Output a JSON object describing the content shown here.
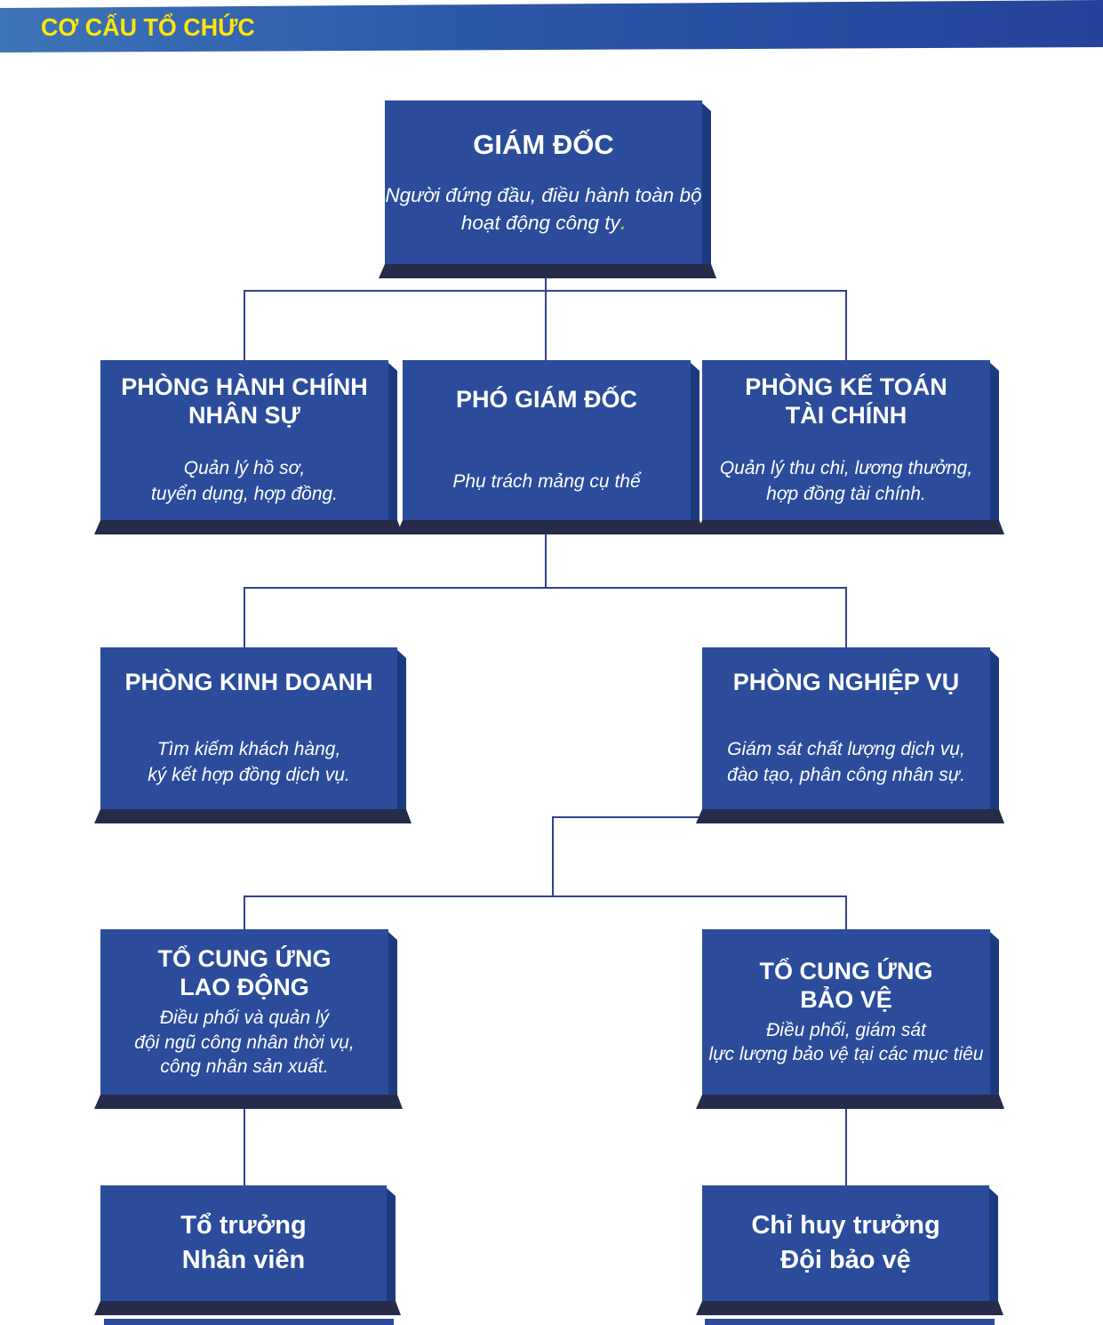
{
  "header": {
    "title": "CƠ CẤU TỔ CHỨC"
  },
  "colors": {
    "header_gradient_left": "#3e74b8",
    "header_gradient_right": "#24429a",
    "header_text_yellow": "#ffe60a",
    "box_face_blue": "#2a4c9b",
    "box_side_blue": "#1c3a7e",
    "box_bottom_navy": "#262b49",
    "connector_line": "#33418f",
    "accent_green_dot": "#76bc43"
  },
  "nodes": {
    "director": {
      "title1": "GIÁM ĐỐC",
      "desc1": "Người đứng đầu, điều hành toàn bộ",
      "desc2": "hoạt động công ty",
      "desc2_dot": "."
    },
    "admin": {
      "title1": "PHÒNG HÀNH CHÍNH",
      "title2": "NHÂN SỰ",
      "desc1": "Quản lý hồ sơ,",
      "desc2": "tuyển dụng, hợp đồng."
    },
    "deputy": {
      "title1": "PHÓ GIÁM ĐỐC",
      "desc1": "Phụ trách mảng cụ thể"
    },
    "accounting": {
      "title1": "PHÒNG KẾ TOÁN",
      "title2": "TÀI CHÍNH",
      "desc1": "Quản lý thu chi, lương thưởng,",
      "desc2": "hợp đồng tài chính."
    },
    "sales": {
      "title1": "PHÒNG KINH DOANH",
      "desc1": "Tìm kiếm khách hàng,",
      "desc2": "ký kết hợp đồng dịch vụ."
    },
    "operations": {
      "title1": "PHÒNG NGHIỆP VỤ",
      "desc1": "Giám sát chất lượng dịch vụ,",
      "desc2": "đào tạo, phân công nhân sự."
    },
    "labor_supply": {
      "title1": "TỔ CUNG ỨNG",
      "title2": "LAO ĐỘNG",
      "desc1": "Điều phối và quản lý",
      "desc2": "đội ngũ công nhân thời vụ,",
      "desc3": "công nhân sản xuất."
    },
    "guard_supply": {
      "title1": "TỔ CUNG ỨNG",
      "title2": "BẢO VỆ",
      "desc1": "Điều phối, giám sát",
      "desc2": "lực lượng bảo vệ tại các mục tiêu"
    },
    "team_leader": {
      "title1": "Tổ trưởng",
      "title2": "Nhân viên"
    },
    "guard_commander": {
      "title1": "Chỉ huy trưởng",
      "title2": "Đội bảo vệ"
    }
  }
}
